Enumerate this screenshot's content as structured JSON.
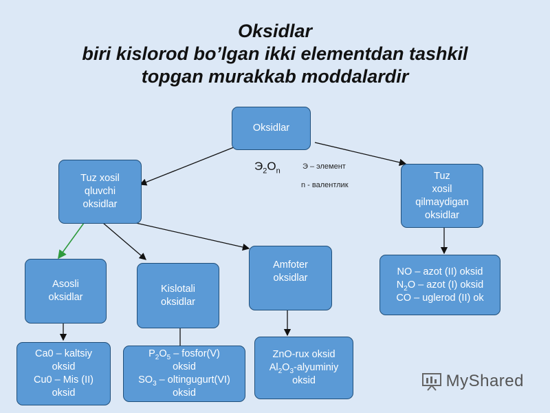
{
  "title": {
    "line1": "Oksidlar",
    "line2": "biri kislorod bo’lgan ikki elementdan tashkil",
    "line3": "topgan murakkab moddalardir"
  },
  "root": {
    "label": "Oksidlar"
  },
  "formula": {
    "base": "Э",
    "sub1": "2",
    "mid": "O",
    "sub2": "n"
  },
  "notes": {
    "element": "Э – элемент",
    "valency": "n - валентлик"
  },
  "salt_forming": {
    "lines": [
      "Tuz xosil",
      "qluvchi",
      "oksidlar"
    ]
  },
  "non_salt_forming": {
    "lines": [
      "Tuz",
      "xosil",
      "qilmaydigan",
      "oksidlar"
    ]
  },
  "basic": {
    "lines": [
      "Asosli",
      "oksidlar"
    ]
  },
  "acidic": {
    "lines": [
      "Kislotali",
      "oksidlar"
    ]
  },
  "amphoteric": {
    "lines": [
      "Amfoter",
      "oksidlar"
    ]
  },
  "basic_examples": {
    "lines": [
      "Ca0 – kaltsiy",
      "oksid",
      "Cu0 – Mis (II)",
      "oksid"
    ]
  },
  "acidic_examples": {
    "l1_a": "P",
    "l1_s1": "2",
    "l1_b": "O",
    "l1_s2": "5",
    "l1_c": " – fosfor(V)",
    "l2": "oksid",
    "l3_a": "SO",
    "l3_s": "3",
    "l3_b": " – oltingugurt(VI)",
    "l4": "oksid"
  },
  "amphoteric_examples": {
    "l1": "ZnO-rux oksid",
    "l2_a": "Al",
    "l2_s1": "2",
    "l2_b": "O",
    "l2_s2": "3",
    "l2_c": "-alyuminiy",
    "l3": "oksid"
  },
  "non_salt_examples": {
    "l1": "NO – azot (II) oksid",
    "l2_a": "N",
    "l2_s": "2",
    "l2_b": "O – azot (I) oksid",
    "l3": "CO – uglerod (II) ok"
  },
  "watermark": {
    "text": "MyShared"
  },
  "colors": {
    "box_fill": "#5b9ad6",
    "box_border": "#1f4e79",
    "background": "#dce8f6"
  }
}
